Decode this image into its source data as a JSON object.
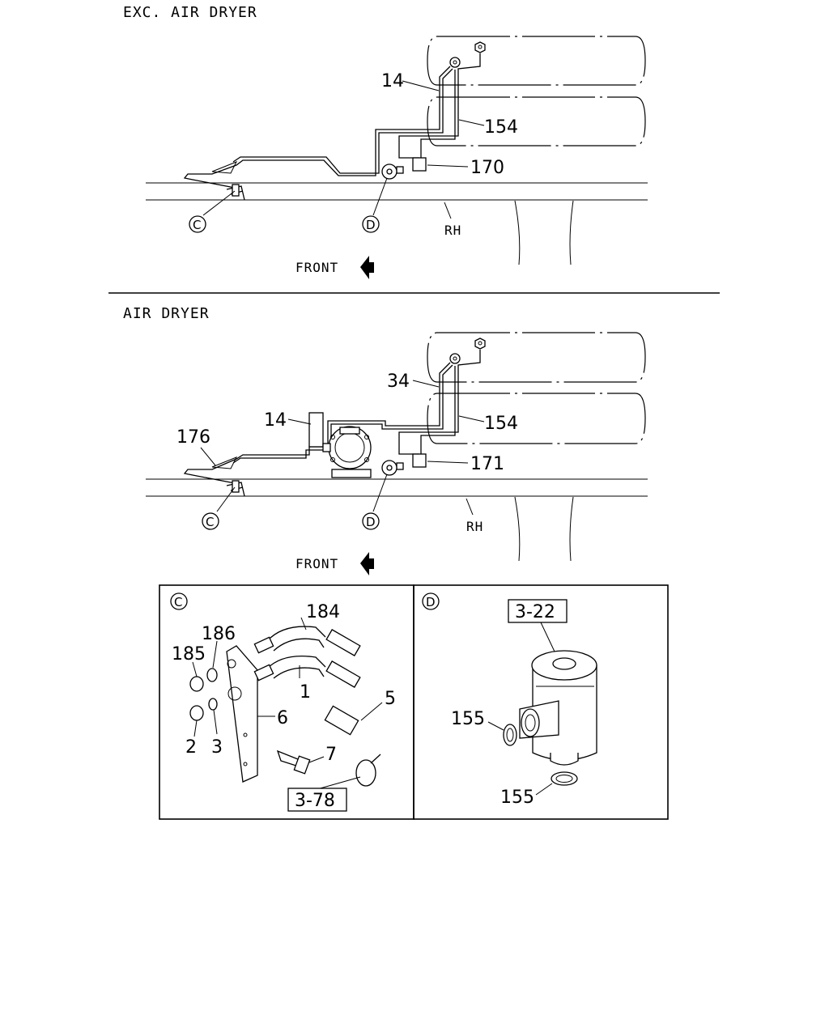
{
  "section_top": {
    "title": "EXC. AIR DRYER",
    "labels": {
      "l14": "14",
      "l154": "154",
      "l170": "170",
      "rh": "RH",
      "front": "FRONT",
      "c": "C",
      "d": "D"
    }
  },
  "section_bottom": {
    "title": "AIR DRYER",
    "labels": {
      "l34": "34",
      "l154": "154",
      "l14": "14",
      "l176": "176",
      "l171": "171",
      "rh": "RH",
      "front": "FRONT",
      "c": "C",
      "d": "D"
    }
  },
  "detail_c": {
    "marker": "C",
    "labels": {
      "l184": "184",
      "l186": "186",
      "l185": "185",
      "l1": "1",
      "l5": "5",
      "l6": "6",
      "l2": "2",
      "l3": "3",
      "l7": "7",
      "ref": "3-78"
    }
  },
  "detail_d": {
    "marker": "D",
    "labels": {
      "ref": "3-22",
      "l155a": "155",
      "l155b": "155"
    }
  }
}
